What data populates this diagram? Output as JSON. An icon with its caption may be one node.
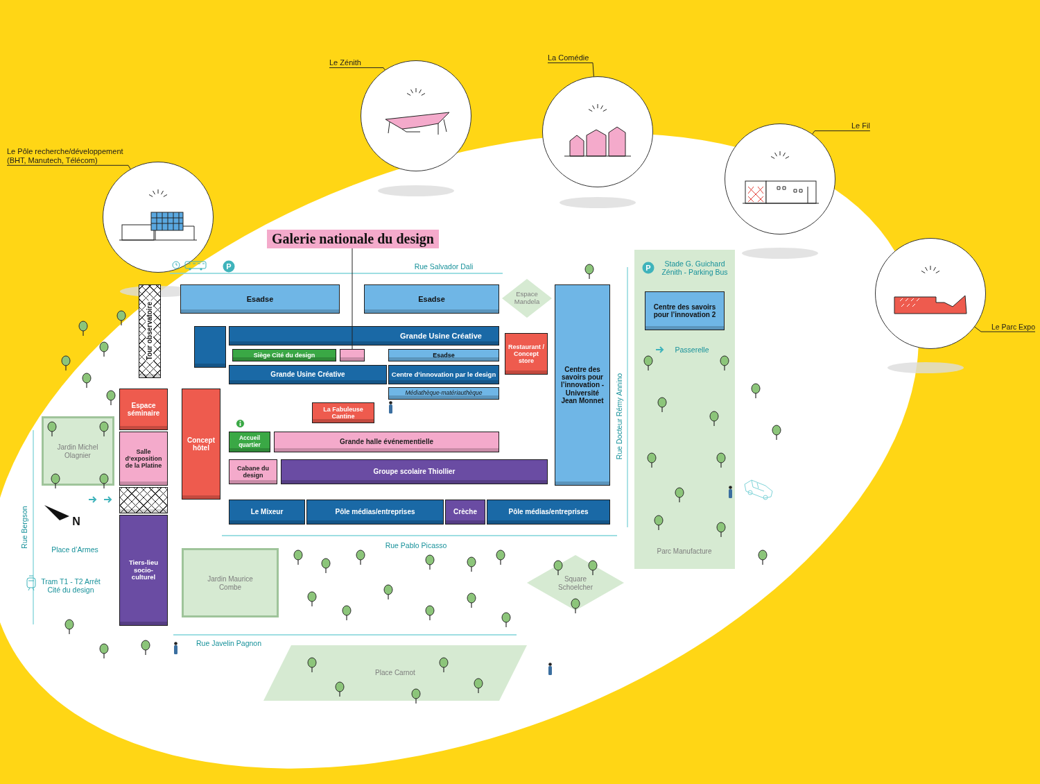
{
  "diagram": {
    "nodes": [
      {
        "text": [
          "Le Zénith"
        ]
      },
      {
        "text": [
          "La Comédie"
        ]
      },
      {
        "text": [],
        "shape": "picture"
      },
      {
        "text": [],
        "shape": "picture"
      },
      {
        "text": [
          "Le Fil"
        ]
      },
      {
        "text": [
          "Le Pôle recherche/développement (BHT, Manutech, Télécom)"
        ]
      },
      {
        "text": [],
        "shape": "picture"
      },
      {
        "text": [],
        "shape": "picture"
      },
      {
        "text": [
          "Galerie nationale du design"
        ]
      },
      {
        "text": [],
        "shape": "picture"
      },
      {
        "text": [
          "Le Parc Expo"
        ]
      },
      {
        "text": [
          "Parc Manufacture"
        ]
      },
      {
        "text": [
          "Centre des savoirs pour l’innovation 2"
        ],
        "in": 11
      },
      {
        "text": [
          "Espace Mandela"
        ]
      },
      {
        "text": [
          "Esadse"
        ]
      },
      {
        "text": [
          "Centre des savoirs pour l’innovation - Université Jean Monnet"
        ]
      },
      {
        "text": [
          "Esadse"
        ]
      },
      {
        "text": [
          "Grande Usine Créative"
        ]
      },
      {
        "text": [
          "Esadse"
        ]
      },
      {
        "text": [
          "Restaurant / Concept store"
        ]
      },
      {
        "text": [
          "Siège Cité du design"
        ]
      },
      {
        "text": [
          "Grande Usine Créative"
        ]
      },
      {
        "text": [
          "Centre d’innovation par le design"
        ]
      },
      {
        "text": [
          "Médiathèque-matériauthèque"
        ]
      },
      {
        "text": [
          "Tour observatoire"
        ]
      },
      {
        "text": [],
        "shape": "box"
      },
      {
        "text": [],
        "shape": "box"
      },
      {
        "text": [
          "La Fabuleuse Cantine"
        ]
      },
      {
        "text": [
          "Grande halle événementielle"
        ]
      },
      {
        "text": [
          "Groupe scolaire Thiollier"
        ]
      },
      {
        "text": [
          "Espace séminaire"
        ]
      },
      {
        "text": [
          "Salle d’exposition de la Platine"
        ]
      },
      {
        "text": [],
        "shape": "box"
      },
      {
        "text": [
          "Concept hôtel"
        ]
      },
      {
        "text": [
          "Accueil quartier"
        ]
      },
      {
        "text": [
          "Cabane du design"
        ]
      },
      {
        "text": [
          "Crèche"
        ]
      },
      {
        "text": [
          "Pôle médias/entreprises"
        ]
      },
      {
        "text": [
          "Pôle médias/entreprises"
        ]
      },
      {
        "text": [
          "Jardin Michel Olagnier"
        ]
      },
      {
        "text": [
          "Le Mixeur"
        ]
      },
      {
        "text": [
          "Square Schoelcher"
        ]
      },
      {
        "text": [
          "Tiers-lieu socio-culturel"
        ]
      },
      {
        "text": [
          "Jardin Maurice Combe"
        ]
      },
      {
        "text": [
          "Place Carnot"
        ]
      }
    ],
    "edges": [
      {
        "from": 0,
        "to": 2,
        "arrow": "none"
      },
      {
        "from": 1,
        "to": 3,
        "arrow": "none"
      },
      {
        "from": 4,
        "to": 6,
        "arrow": "none"
      },
      {
        "from": 5,
        "to": 7,
        "arrow": "none"
      },
      {
        "from": 8,
        "to": 26,
        "arrow": "none"
      },
      {
        "from": 10,
        "to": 9,
        "arrow": "none"
      }
    ],
    "labels": [
      "P",
      "Stade G. Guichard Zénith - Parking Bus",
      "Rue Salvador Dali",
      "Passerelle",
      "Rue Docteur Rémy Annino",
      "P",
      "Rue Pablo Picasso",
      "N",
      "Place d’Armes",
      "Tram T1 - T2 Arrêt Cité du design",
      "Rue Bergson",
      "Rue Javelin Pagnon"
    ]
  }
}
